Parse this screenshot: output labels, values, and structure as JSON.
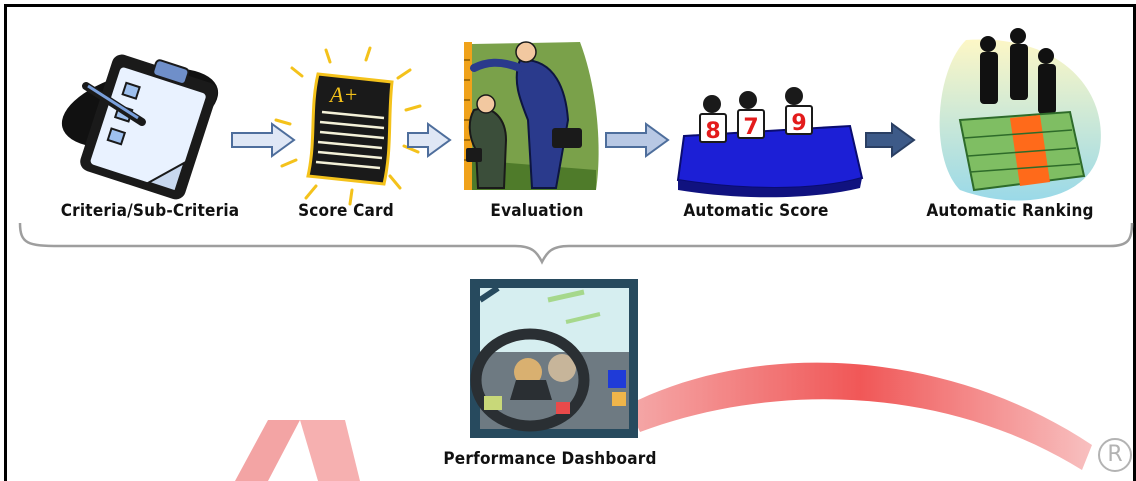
{
  "steps": [
    {
      "label": "Criteria/Sub-Criteria",
      "icon": "clipboard-checklist-icon"
    },
    {
      "label": "Score Card",
      "icon": "graded-paper-icon"
    },
    {
      "label": "Evaluation",
      "icon": "measuring-businessmen-icon"
    },
    {
      "label": "Automatic Score",
      "icon": "judges-scoring-icon"
    },
    {
      "label": "Automatic Ranking",
      "icon": "winners-podium-icon"
    }
  ],
  "result": {
    "label": "Performance Dashboard",
    "icon": "car-dashboard-icon"
  },
  "score_card": {
    "grade": "A+"
  },
  "judges": {
    "scores": [
      "8",
      "7",
      "9"
    ]
  },
  "watermark": {
    "symbol": "R"
  },
  "colors": {
    "arrow_fill": "#dfe7f5",
    "arrow_stroke": "#4e6e9c",
    "brace": "#9e9e9e",
    "watermark_red": "#ea1b1b",
    "table_blue": "#1c1fd6"
  }
}
